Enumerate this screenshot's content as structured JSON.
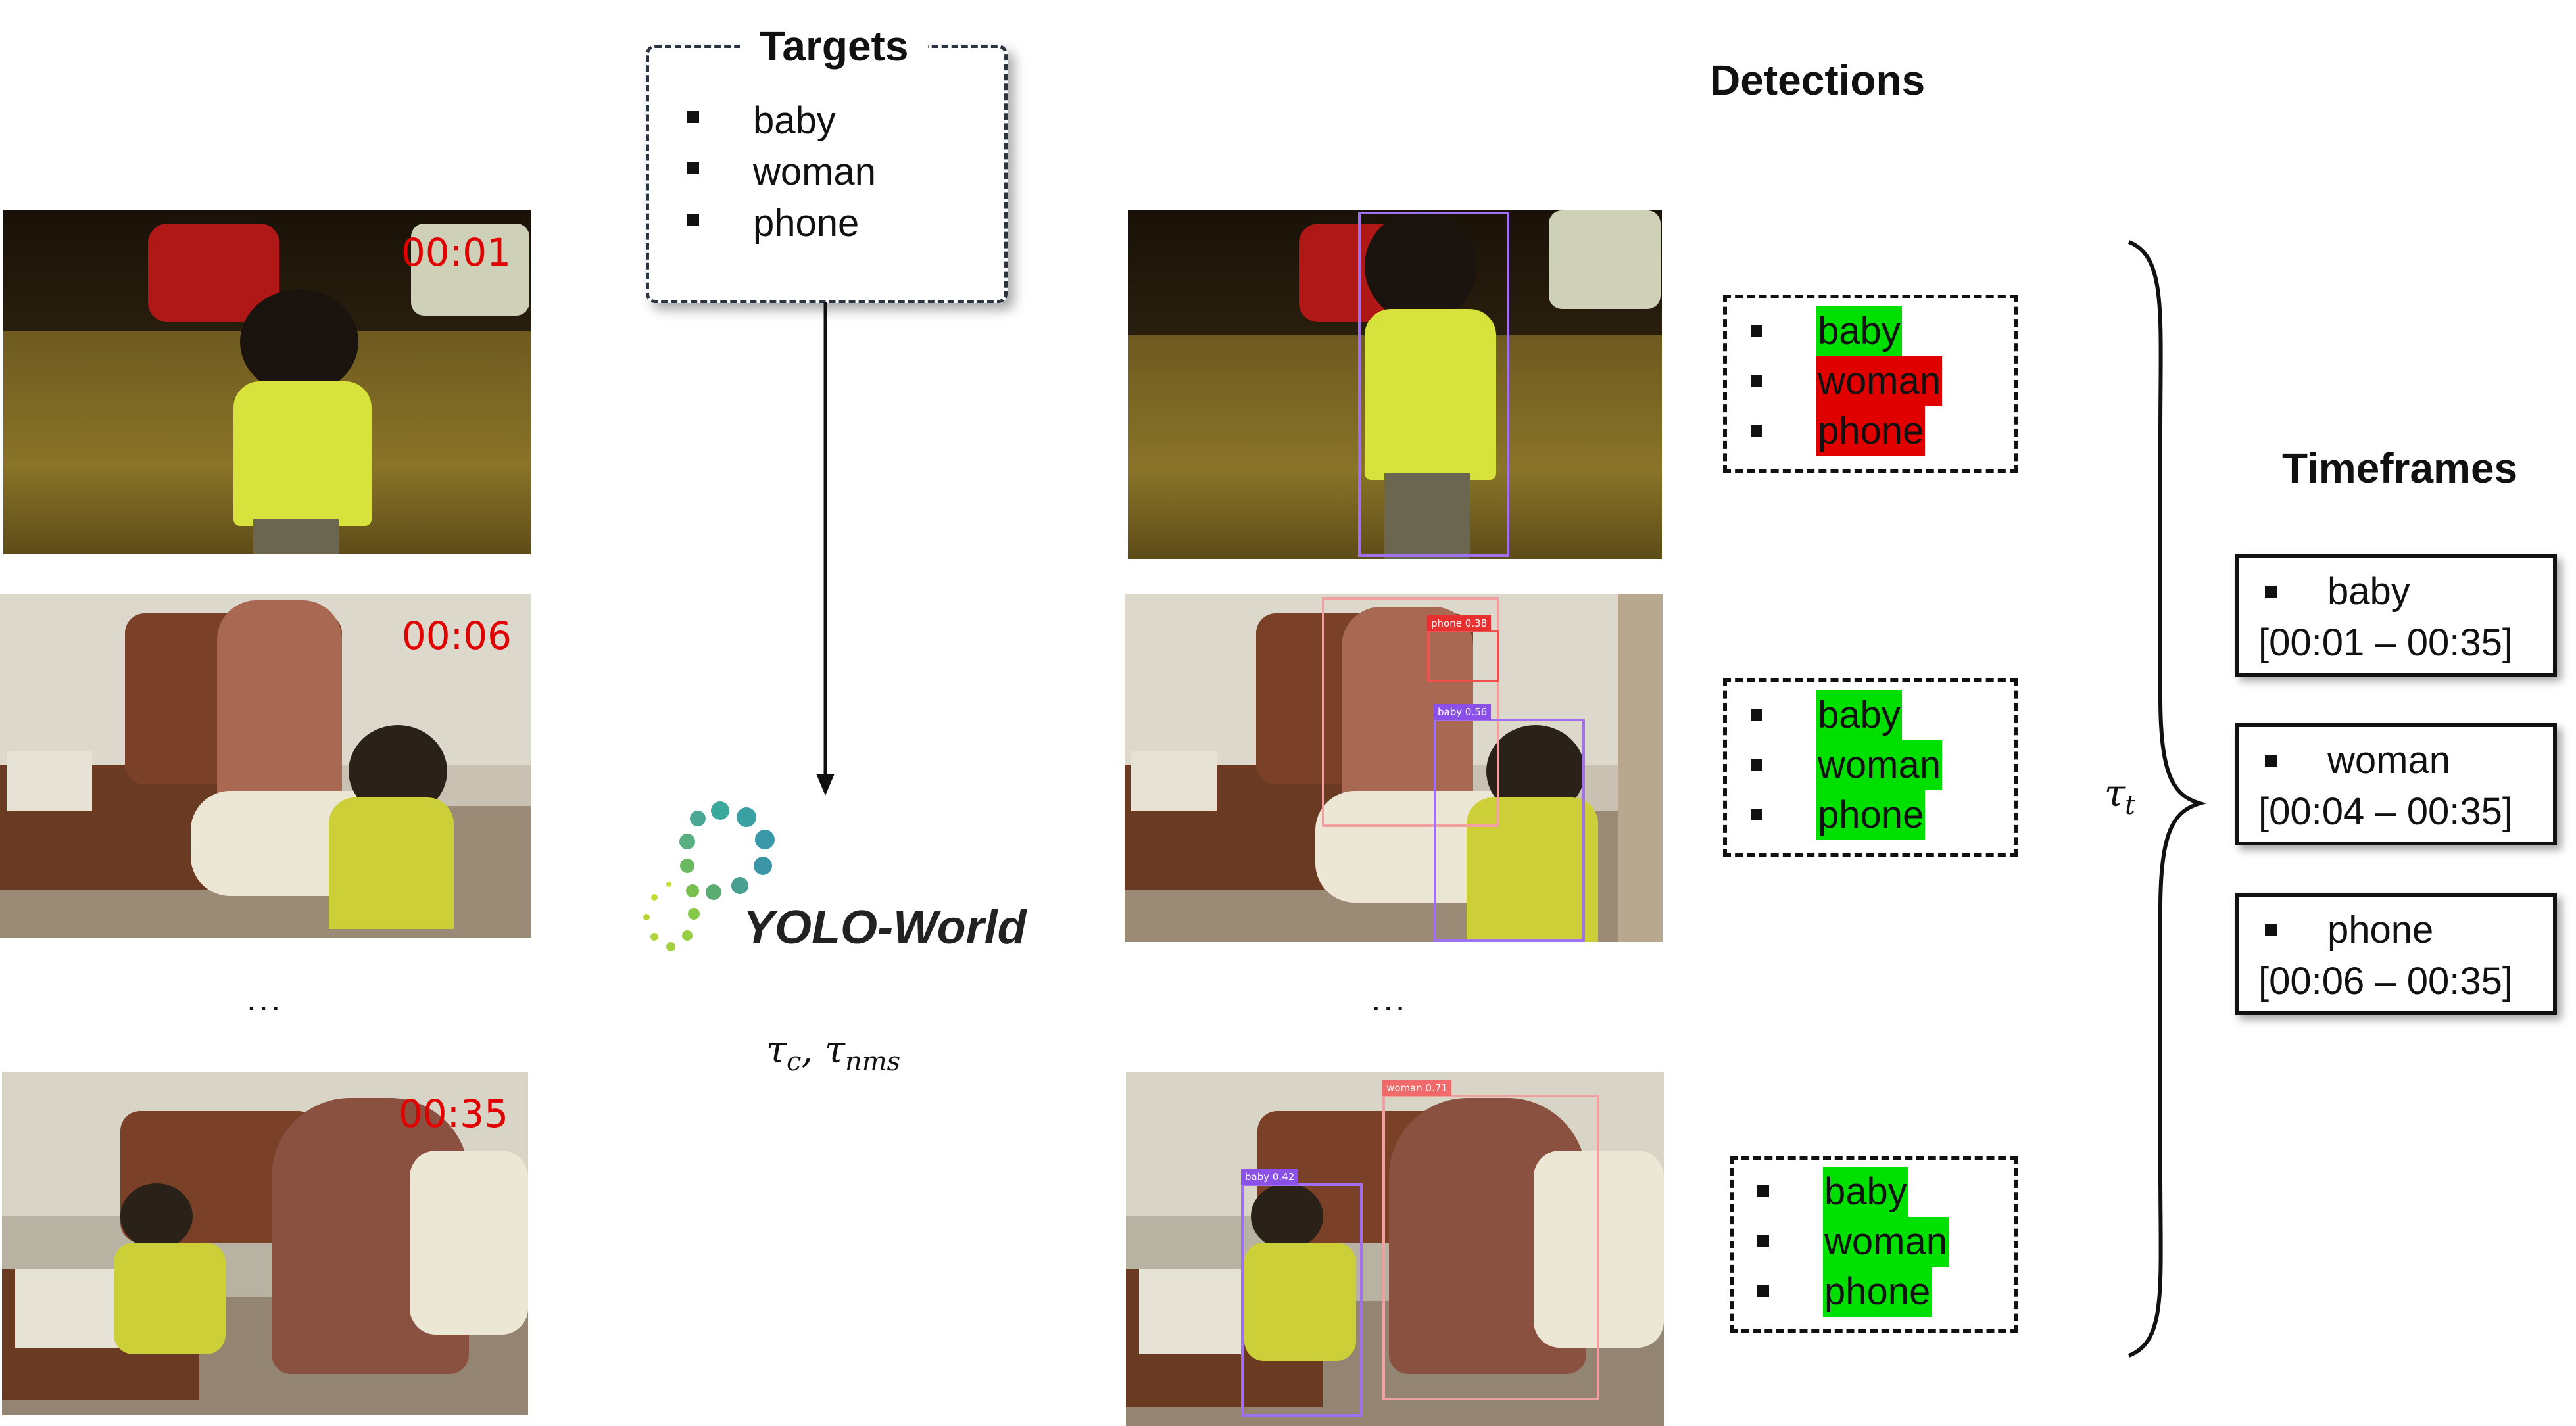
{
  "targets": {
    "title": "Targets",
    "items": [
      "baby",
      "woman",
      "phone"
    ]
  },
  "input_frames": [
    {
      "timestamp": "00:01"
    },
    {
      "timestamp": "00:06"
    },
    {
      "timestamp": "00:35"
    }
  ],
  "ellipsis": "...",
  "model": {
    "name": "YOLO-World",
    "params": "τc, τnms"
  },
  "detected_frames": [
    {
      "labels": []
    },
    {
      "labels": [
        "phone 0.38",
        "baby 0.56"
      ]
    },
    {
      "labels": [
        "woman 0.71",
        "baby 0.42"
      ]
    }
  ],
  "detections": {
    "title": "Detections",
    "frames": [
      {
        "items": [
          {
            "label": "baby",
            "detected": true
          },
          {
            "label": "woman",
            "detected": false
          },
          {
            "label": "phone",
            "detected": false
          }
        ]
      },
      {
        "items": [
          {
            "label": "baby",
            "detected": true
          },
          {
            "label": "woman",
            "detected": true
          },
          {
            "label": "phone",
            "detected": true
          }
        ]
      },
      {
        "items": [
          {
            "label": "baby",
            "detected": true
          },
          {
            "label": "woman",
            "detected": true
          },
          {
            "label": "phone",
            "detected": true
          }
        ]
      }
    ],
    "detected_color": "#00e000",
    "missing_color": "#e00000"
  },
  "threshold": "τt",
  "timeframes": {
    "title": "Timeframes",
    "items": [
      {
        "label": "baby",
        "range": "[00:01 – 00:35]"
      },
      {
        "label": "woman",
        "range": "[00:04 – 00:35]"
      },
      {
        "label": "phone",
        "range": "[00:06 – 00:35]"
      }
    ]
  }
}
